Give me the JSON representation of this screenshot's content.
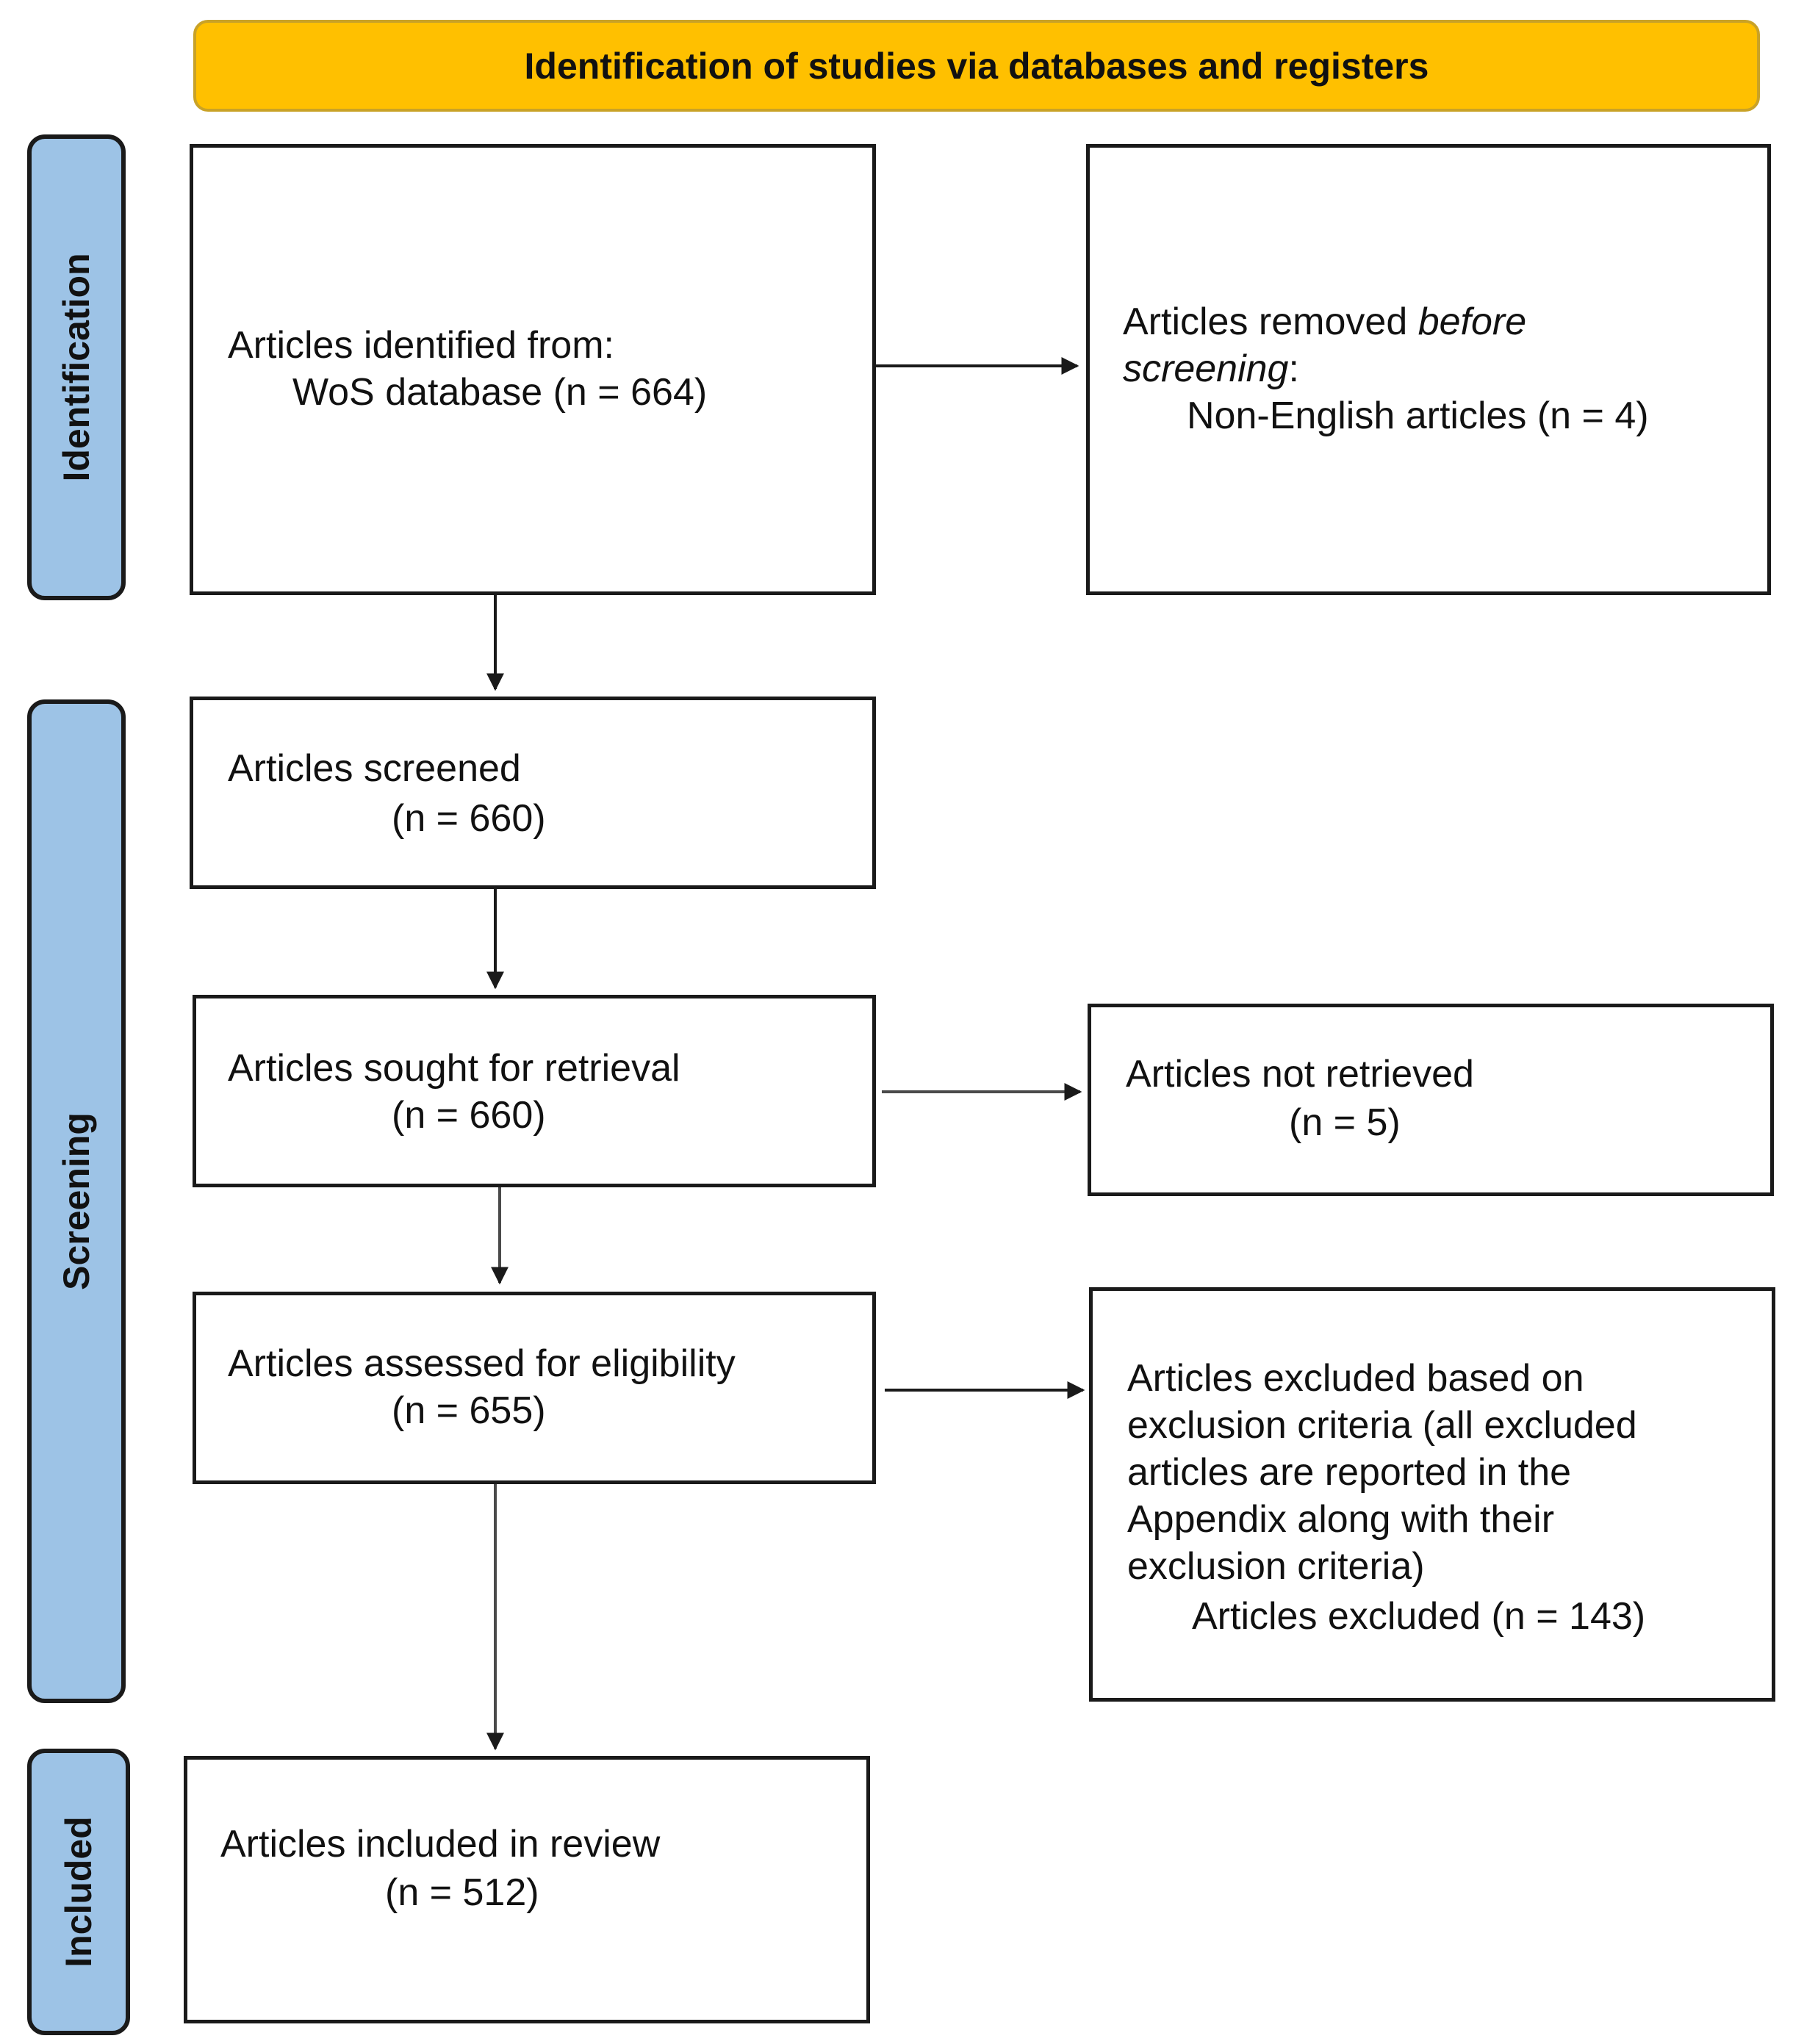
{
  "header": {
    "title": "Identification of studies via databases and registers"
  },
  "phases": {
    "identification": "Identification",
    "screening": "Screening",
    "included": "Included"
  },
  "boxes": {
    "identified": {
      "line1": "Articles identified from:",
      "line2": "WoS database (n = 664)"
    },
    "removed": {
      "line1_prefix": "Articles removed ",
      "line1_italic": "before",
      "line2_italic": "screening",
      "line2_suffix": ":",
      "line3": "Non-English articles (n = 4)"
    },
    "screened": {
      "line1": "Articles screened",
      "line2": "(n = 660)"
    },
    "sought": {
      "line1": "Articles sought for retrieval",
      "line2": "(n = 660)"
    },
    "not_retrieved": {
      "line1": "Articles not retrieved",
      "line2": "(n = 5)"
    },
    "assessed": {
      "line1": "Articles assessed for eligibility",
      "line2": "(n = 655)"
    },
    "excluded": {
      "line1": "Articles excluded based on",
      "line2": "exclusion criteria (all excluded",
      "line3": "articles are reported in the",
      "line4": "Appendix along with their",
      "line5": "exclusion criteria)",
      "line6": "Articles excluded (n = 143)"
    },
    "included": {
      "line1": "Articles included in review",
      "line2": "(n = 512)"
    }
  },
  "colors": {
    "header_fill": "#FFC000",
    "phase_fill": "#9DC3E6",
    "line": "#1a1a1a"
  }
}
